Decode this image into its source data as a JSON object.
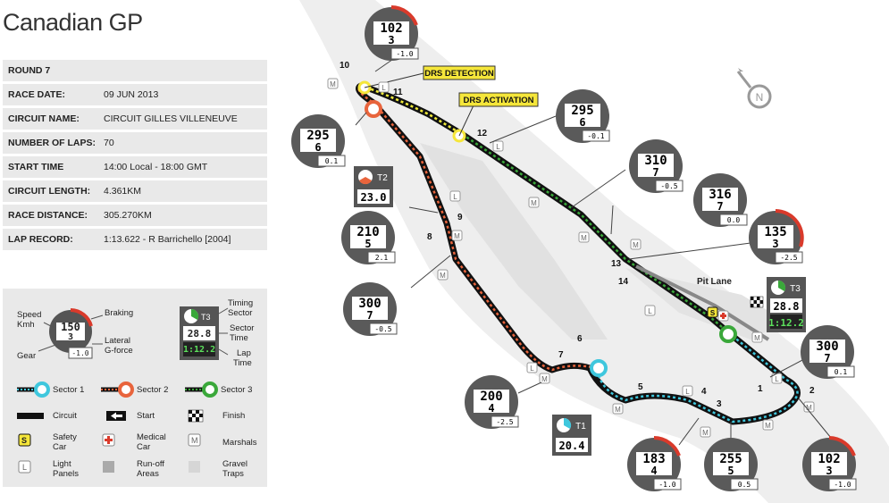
{
  "title": "Canadian GP",
  "info": [
    {
      "key": "ROUND 7",
      "value": ""
    },
    {
      "key": "RACE DATE:",
      "value": "09 JUN 2013"
    },
    {
      "key": "CIRCUIT NAME:",
      "value": "CIRCUIT GILLES VILLENEUVE"
    },
    {
      "key": "NUMBER OF LAPS:",
      "value": "70"
    },
    {
      "key": "START TIME",
      "value": "14:00 Local - 18:00 GMT"
    },
    {
      "key": "CIRCUIT LENGTH:",
      "value": "4.361KM"
    },
    {
      "key": "RACE DISTANCE:",
      "value": "305.270KM"
    },
    {
      "key": "LAP RECORD:",
      "value": "1:13.622 - R Barrichello [2004]"
    }
  ],
  "legend": {
    "speed": "Speed",
    "kmh": "Kmh",
    "gear": "Gear",
    "braking": "Braking",
    "lateral": "Lateral",
    "gforce": "G-force",
    "sample_speed": "150",
    "sample_gear": "3",
    "sample_g": "-1.0",
    "timing_sector": "Timing",
    "timing_sector2": "Sector",
    "sector_time": "Sector",
    "sector_time2": "Time",
    "lap_time": "Lap",
    "lap_time2": "Time",
    "sample_sector_label": "T3",
    "sample_sector_time": "28.8",
    "sample_lap_time": "1:12.2",
    "sector1": "Sector 1",
    "sector2": "Sector 2",
    "sector3": "Sector 3",
    "circuit": "Circuit",
    "start": "Start",
    "finish": "Finish",
    "safety1": "Safety",
    "safety2": "Car",
    "safety_symbol": "S",
    "medical1": "Medical",
    "medical2": "Car",
    "marshals": "Marshals",
    "marshal_symbol": "M",
    "light1": "Light",
    "light2": "Panels",
    "light_symbol": "L",
    "runoff1": "Run-off",
    "runoff2": "Areas",
    "gravel1": "Gravel",
    "gravel2": "Traps"
  },
  "map": {
    "drs_detection": "DRS DETECTION",
    "drs_activation": "DRS ACTIVATION",
    "pit_lane": "Pit Lane",
    "compass": "N",
    "marshal_symbol": "M",
    "light_symbol": "L",
    "safety_symbol": "S",
    "turns": [
      {
        "n": "1"
      },
      {
        "n": "2"
      },
      {
        "n": "3"
      },
      {
        "n": "4"
      },
      {
        "n": "5"
      },
      {
        "n": "6"
      },
      {
        "n": "7"
      },
      {
        "n": "8"
      },
      {
        "n": "9"
      },
      {
        "n": "10"
      },
      {
        "n": "11"
      },
      {
        "n": "12"
      },
      {
        "n": "13"
      },
      {
        "n": "14"
      }
    ],
    "gauges": [
      {
        "speed": "102",
        "gear": "3",
        "g": "-1.0"
      },
      {
        "speed": "295",
        "gear": "6",
        "g": "0.1"
      },
      {
        "speed": "295",
        "gear": "6",
        "g": "-0.1"
      },
      {
        "speed": "310",
        "gear": "7",
        "g": "-0.5"
      },
      {
        "speed": "316",
        "gear": "7",
        "g": "0.0"
      },
      {
        "speed": "135",
        "gear": "3",
        "g": "-2.5"
      },
      {
        "speed": "210",
        "gear": "5",
        "g": "2.1"
      },
      {
        "speed": "300",
        "gear": "7",
        "g": "-0.5"
      },
      {
        "speed": "300",
        "gear": "7",
        "g": "0.1"
      },
      {
        "speed": "200",
        "gear": "4",
        "g": "-2.5"
      },
      {
        "speed": "183",
        "gear": "4",
        "g": "-1.0"
      },
      {
        "speed": "255",
        "gear": "5",
        "g": "0.5"
      },
      {
        "speed": "102",
        "gear": "3",
        "g": "-1.0"
      }
    ],
    "sectors": [
      {
        "label": "T2",
        "time": "23.0"
      },
      {
        "label": "T1",
        "time": "20.4"
      },
      {
        "label": "T3",
        "time": "28.8",
        "lap": "1:12.2"
      }
    ]
  },
  "colors": {
    "sector1": "#3fc7dd",
    "sector2": "#e8643c",
    "sector3": "#3aa83a",
    "drs": "#f5e63a",
    "track": "#111111",
    "gauge": "#555555",
    "brake": "#d93a2b"
  }
}
